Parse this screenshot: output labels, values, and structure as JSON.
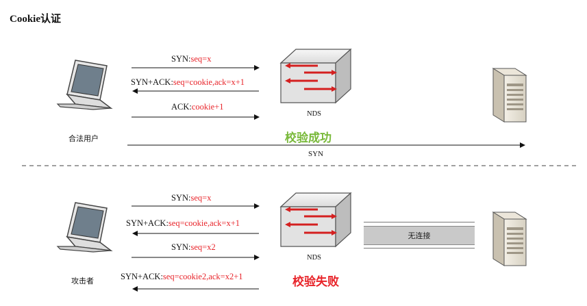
{
  "title": "Cookie认证",
  "top": {
    "client_label": "合法用户",
    "nds_label": "NDS",
    "messages": [
      {
        "key": "SYN:",
        "value": "seq=x"
      },
      {
        "key": "SYN+ACK:",
        "value": "seq=cookie,ack=x+1"
      },
      {
        "key": "ACK:",
        "value": "cookie+1"
      }
    ],
    "status": "校验成功",
    "forward": "SYN"
  },
  "bottom": {
    "client_label": "攻击者",
    "nds_label": "NDS",
    "messages": [
      {
        "key": "SYN:",
        "value": "seq=x"
      },
      {
        "key": "SYN+ACK:",
        "value": "seq=cookie,ack=x+1"
      },
      {
        "key": "SYN:",
        "value": "seq=x2"
      },
      {
        "key": "SYN+ACK:",
        "value": "seq=cookie2,ack=x2+1"
      }
    ],
    "status": "校验失败",
    "no_connection": "无连接"
  },
  "colors": {
    "accent_red": "#e8242a",
    "success_green": "#79b93a"
  },
  "icons": [
    "laptop-icon",
    "network-switch-icon",
    "server-icon"
  ]
}
